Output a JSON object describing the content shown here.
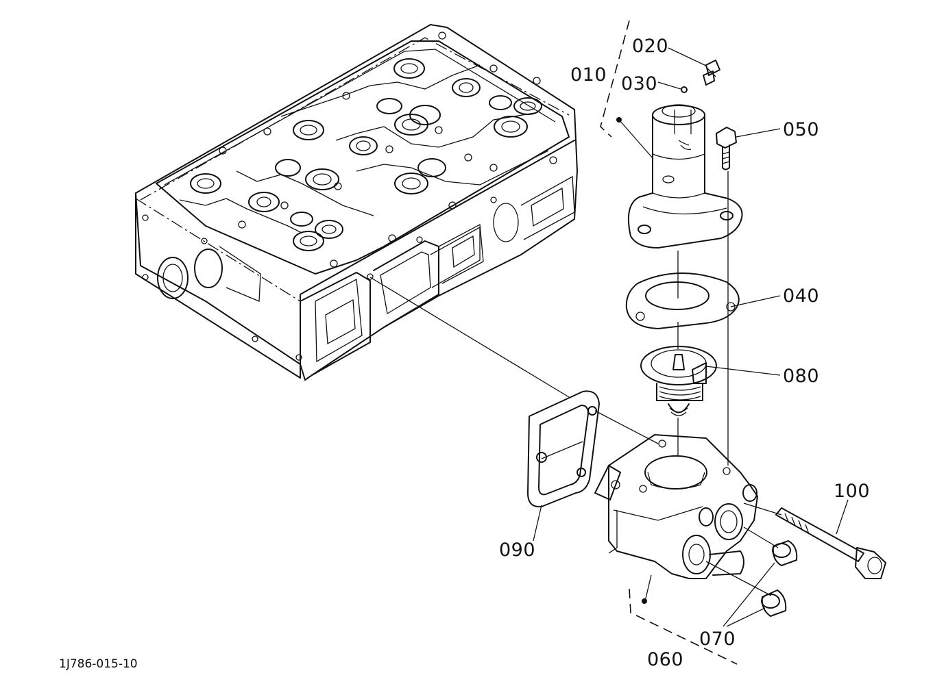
{
  "diagram": {
    "part_labels": {
      "p010": "010",
      "p020": "020",
      "p030": "030",
      "p040": "040",
      "p050": "050",
      "p060": "060",
      "p070": "070",
      "p080": "080",
      "p090": "090",
      "p100": "100"
    },
    "figure_code": "1J786-015-10"
  }
}
